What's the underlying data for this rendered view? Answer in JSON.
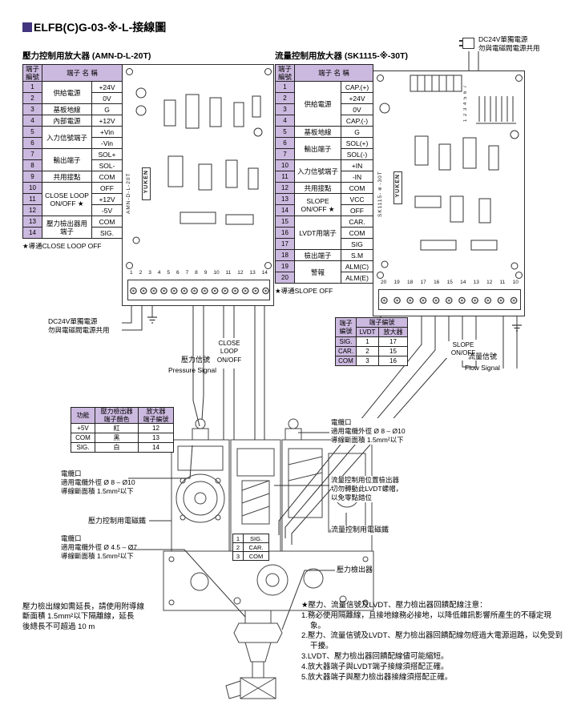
{
  "title": {
    "text": "ELFB(C)G-03-※-L-接線圖"
  },
  "colors": {
    "purple": "#ccb9df",
    "accent": "#43357f"
  },
  "left_amp": {
    "title": "壓力控制用放大器 (AMN-D-L-20T)",
    "footnote": "★導通CLOSE LOOP OFF",
    "board_model": "AMN-D-L-20T",
    "brand": "YUKEN",
    "terminals": [
      "1",
      "2",
      "3",
      "4",
      "5",
      "6",
      "7",
      "8",
      "9",
      "10",
      "11",
      "12",
      "13",
      "14"
    ],
    "table": {
      "cols": [
        24,
        62,
        38
      ],
      "head": [
        [
          {
            "t": "端子\n編號"
          },
          {
            "t": "端子 名 稱",
            "cs": 2
          }
        ]
      ],
      "rows": [
        [
          {
            "t": "1",
            "c": "num"
          },
          {
            "t": "供給電源",
            "rs": 2
          },
          "+24V"
        ],
        [
          {
            "t": "2",
            "c": "num"
          },
          "0V"
        ],
        [
          {
            "t": "3",
            "c": "num"
          },
          "基板地線",
          "G"
        ],
        [
          {
            "t": "4",
            "c": "num"
          },
          "內部電源",
          "+12V"
        ],
        [
          {
            "t": "5",
            "c": "num"
          },
          {
            "t": "入力信號端子",
            "rs": 2
          },
          "+Vin"
        ],
        [
          {
            "t": "6",
            "c": "num"
          },
          "-Vin"
        ],
        [
          {
            "t": "7",
            "c": "num"
          },
          {
            "t": "輸出端子",
            "rs": 2
          },
          "SOL+"
        ],
        [
          {
            "t": "8",
            "c": "num"
          },
          "SOL-"
        ],
        [
          {
            "t": "9",
            "c": "num"
          },
          "共用接點",
          "COM"
        ],
        [
          {
            "t": "10",
            "c": "num"
          },
          {
            "t": "CLOSE LOOP\nON/OFF ★",
            "rs": 3
          },
          "OFF"
        ],
        [
          {
            "t": "11",
            "c": "num"
          },
          "+12V"
        ],
        [
          {
            "t": "12",
            "c": "num"
          },
          "-5V"
        ],
        [
          {
            "t": "13",
            "c": "num"
          },
          {
            "t": "壓力檢出器用\n端子",
            "rs": 2
          },
          "COM"
        ],
        [
          {
            "t": "14",
            "c": "num"
          },
          "SIG."
        ]
      ]
    }
  },
  "right_amp": {
    "title": "流量控制用放大器 (SK1115-※-30T)",
    "footnote": "★導通SLOPE OFF",
    "board_model": "SK1115-※-30T",
    "brand": "YUKEN",
    "top_pins": "1 2 3 4 5 6 7",
    "terminals": [
      "20",
      "19",
      "18",
      "17",
      "16",
      "15",
      "14",
      "13",
      "12",
      "11",
      "10"
    ],
    "table": {
      "cols": [
        24,
        58,
        40
      ],
      "head": [
        [
          {
            "t": "端子\n編號"
          },
          {
            "t": "端子 名 稱",
            "cs": 2
          }
        ]
      ],
      "rows": [
        [
          {
            "t": "1",
            "c": "num"
          },
          {
            "t": "供給電源",
            "rs": 4
          },
          "CAP.(+)"
        ],
        [
          {
            "t": "2",
            "c": "num"
          },
          "+24V"
        ],
        [
          {
            "t": "3",
            "c": "num"
          },
          "0V"
        ],
        [
          {
            "t": "4",
            "c": "num"
          },
          "CAP.(-)"
        ],
        [
          {
            "t": "5",
            "c": "num"
          },
          "基板地線",
          "G"
        ],
        [
          {
            "t": "6",
            "c": "num"
          },
          {
            "t": "輸出端子",
            "rs": 2
          },
          "SOL(+)"
        ],
        [
          {
            "t": "7",
            "c": "num"
          },
          "SOL(-)"
        ],
        [
          {
            "t": "10",
            "c": "num"
          },
          {
            "t": "入力信號端子",
            "rs": 2
          },
          "+IN"
        ],
        [
          {
            "t": "11",
            "c": "num"
          },
          "-IN"
        ],
        [
          {
            "t": "12",
            "c": "num"
          },
          "共用接點",
          "COM"
        ],
        [
          {
            "t": "13",
            "c": "num"
          },
          {
            "t": "SLOPE\nON/OFF ★",
            "rs": 2
          },
          "VCC"
        ],
        [
          {
            "t": "14",
            "c": "num"
          },
          "OFF"
        ],
        [
          {
            "t": "15",
            "c": "num"
          },
          {
            "t": "LVDT用端子",
            "rs": 3
          },
          "CAR."
        ],
        [
          {
            "t": "16",
            "c": "num"
          },
          "COM"
        ],
        [
          {
            "t": "17",
            "c": "num"
          },
          "SIG"
        ],
        [
          {
            "t": "18",
            "c": "num"
          },
          "檢出端子",
          "S.M"
        ],
        [
          {
            "t": "19",
            "c": "num"
          },
          {
            "t": "警報",
            "rs": 2
          },
          "ALM(C)"
        ],
        [
          {
            "t": "20",
            "c": "num"
          },
          "ALM(E)"
        ]
      ]
    }
  },
  "notes": {
    "dc24v_top": "DC24V單獨電源\n勿與電磁閥電源共用",
    "dc24v_left": "DC24V單獨電源\n勿與電磁閥電源共用",
    "close_loop": "CLOSE\nLOOP\nON/OFF",
    "slope": "SLOPE\nON/OFF",
    "pressure_signal_zh": "壓力信號",
    "pressure_signal_en": "Pressure Signal",
    "flow_signal_zh": "流量信號",
    "flow_signal_en": "Flow Signal"
  },
  "lvdt_map_table": {
    "cols": [
      26,
      28,
      36
    ],
    "head": [
      [
        {
          "t": "端子\n編號",
          "rs": 2
        },
        {
          "t": "端子編號",
          "cs": 2
        }
      ],
      [
        "LVDT",
        "放大器"
      ]
    ],
    "rows": [
      [
        {
          "t": "SIG.",
          "c": "hd"
        },
        "1",
        "17"
      ],
      [
        {
          "t": "CAR.",
          "c": "hd"
        },
        "2",
        "15"
      ],
      [
        {
          "t": "COM",
          "c": "hd"
        },
        "3",
        "16"
      ]
    ]
  },
  "func_table": {
    "cols": [
      30,
      54,
      44
    ],
    "head": [
      [
        {
          "t": "功能"
        },
        {
          "t": "壓力檢出器\n端子顏色"
        },
        {
          "t": "放大器\n端子編號"
        }
      ]
    ],
    "rows": [
      [
        "+5V",
        "紅",
        "12"
      ],
      [
        "COM",
        "黑",
        "13"
      ],
      [
        "SIG.",
        "白",
        "14"
      ]
    ]
  },
  "connector_table": {
    "cols": [
      13,
      32
    ],
    "rows": [
      [
        "1",
        "SIG."
      ],
      [
        "2",
        "CAR."
      ],
      [
        "3",
        "COM"
      ]
    ]
  },
  "callouts": {
    "cable_right": "電纜口\n適用電纜外徑 Ø 8 – Ø10\n導線斷面積 1.5mm²以下",
    "cable_left": "電纜口\n適用電纜外徑 Ø 8 – Ø10\n導線斷面積 1.5mm²以下",
    "cable_bottom": "電纜口\n適用電纜外徑 Ø 4.5 – Ø7\n導線斷面積 1.5mm²以下",
    "pressure_solenoid": "壓力控制用電磁鐵",
    "lvdt_warning": "流量控制用位置檢出器\n切勿轉動此LVDT螺帽，\n以免零點錯位",
    "flow_solenoid": "流量控制用電磁鐵",
    "pressure_sensor": "壓力檢出器"
  },
  "extension_note": "壓力檢出線如需延長，請使用附導線\n斷面積 1.5mm²以下隔離線，延長\n後總長不可超過 10 m",
  "warnings": {
    "title": "★壓力、流量信號及LVDT、壓力檢出器回饋配線注意：",
    "items": [
      "1.務必使用隔離線，且接地線務必接地，以降低雜訊影響所產生的不穩定現象。",
      "2.壓力、流量信號及LVDT、壓力檢出器回饋配線勿經過大電源迴路，以免受到干擾。",
      "3.LVDT、壓力檢出器回饋配線儘可能縮短。",
      "4.放大器端子與LVDT端子接線須搭配正確。",
      "5.放大器端子與壓力檢出器接線須搭配正確。"
    ]
  }
}
